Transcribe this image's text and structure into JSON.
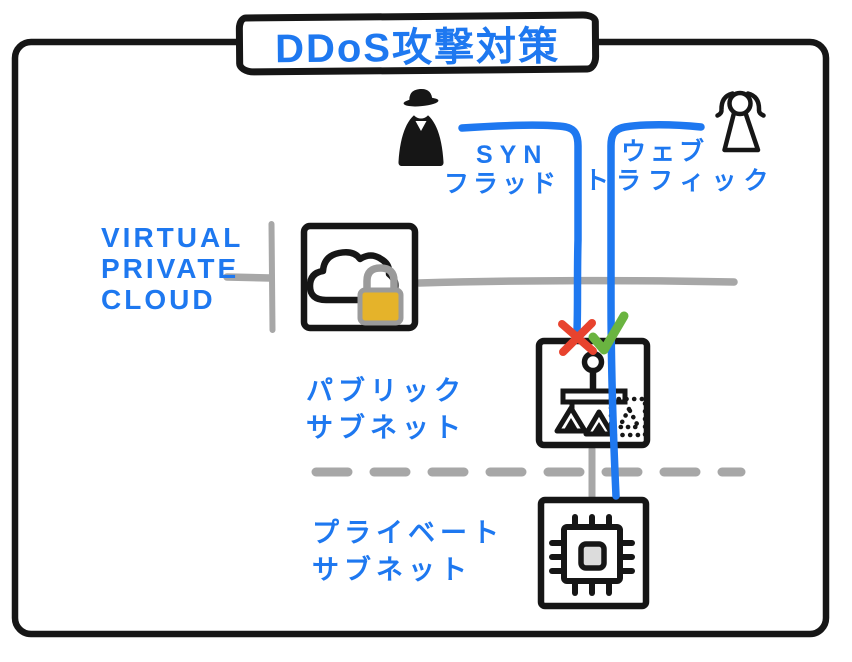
{
  "title": "DDoS攻撃対策",
  "labels": {
    "syn_flood": {
      "line1": "SYN",
      "line2": "フラッド"
    },
    "web_traffic": {
      "line1": "ウェブ",
      "line2": "トラフィック"
    },
    "vpc": {
      "line1": "VIRTUAL",
      "line2": "PRIVATE",
      "line3": "CLOUD"
    },
    "public_subnet": {
      "line1": "パブリック",
      "line2": "サブネット"
    },
    "private_subnet": {
      "line1": "プライベート",
      "line2": "サブネット"
    }
  },
  "icons": {
    "attacker": "attacker-person-icon",
    "user": "user-person-icon",
    "vpc": "cloud-lock-icon",
    "load_balancer": "load-balancer-scales-icon",
    "server": "cpu-chip-icon",
    "blocked": "red-x-mark-icon",
    "allowed": "green-check-mark-icon"
  },
  "colors": {
    "accent_blue": "#1e78f0",
    "ink_black": "#161616",
    "line_gray": "#a7a7a7",
    "lock_yellow": "#e5b32a",
    "lock_gray": "#9b9b9b",
    "block_red": "#e8432e",
    "allow_green": "#6ab440",
    "chip_fill": "#dcdcdc"
  }
}
